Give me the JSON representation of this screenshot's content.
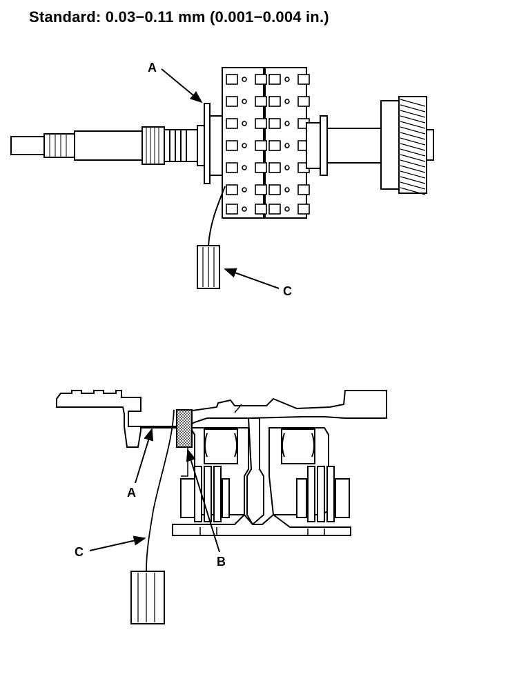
{
  "header": {
    "standard": "Standard: 0.03−0.11 mm (0.001−0.004 in.)"
  },
  "figure_top": {
    "label_a": "A",
    "label_c": "C"
  },
  "figure_bottom": {
    "label_a": "A",
    "label_b": "B",
    "label_c": "C"
  },
  "colors": {
    "ink": "#000000",
    "paper": "#ffffff"
  }
}
